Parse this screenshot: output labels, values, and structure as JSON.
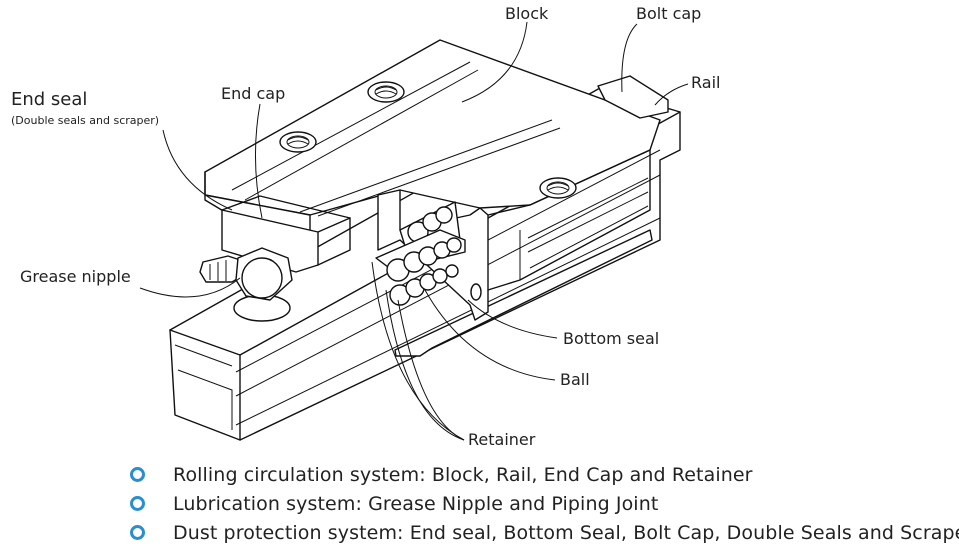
{
  "labels": {
    "block": "Block",
    "bolt_cap": "Bolt cap",
    "rail": "Rail",
    "end_seal": "End seal",
    "end_seal_sub": "(Double seals and scraper)",
    "end_cap": "End cap",
    "grease_nipple": "Grease nipple",
    "bottom_seal": "Bottom seal",
    "ball": "Ball",
    "retainer": "Retainer"
  },
  "legend": [
    {
      "text": "Rolling circulation system: Block, Rail, End Cap and Retainer"
    },
    {
      "text": "Lubrication system: Grease Nipple and Piping Joint"
    },
    {
      "text": "Dust protection system: End seal, Bottom Seal, Bolt Cap, Double Seals and Scraper"
    }
  ],
  "colors": {
    "bullet": "#2a8fd0",
    "ink": "#111111"
  }
}
